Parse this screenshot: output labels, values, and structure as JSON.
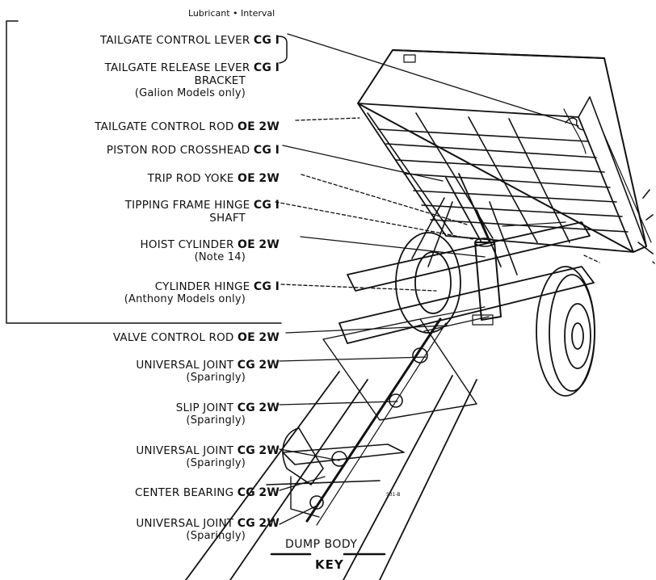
{
  "header": {
    "lubricant": "Lubricant",
    "bullet": "•",
    "interval": "Interval"
  },
  "items": [
    {
      "name": "TAILGATE CONTROL LEVER",
      "lube": "CG",
      "interval": "I",
      "note": ""
    },
    {
      "name": "TAILGATE RELEASE LEVER",
      "lube": "CG",
      "interval": "I",
      "name2": "BRACKET",
      "note": "(Galion Models only)"
    },
    {
      "name": "TAILGATE CONTROL ROD",
      "lube": "OE",
      "interval": "2W",
      "note": ""
    },
    {
      "name": "PISTON ROD CROSSHEAD",
      "lube": "CG",
      "interval": "I",
      "note": ""
    },
    {
      "name": "TRIP ROD YOKE",
      "lube": "OE",
      "interval": "2W",
      "note": ""
    },
    {
      "name": "TIPPING FRAME HINGE",
      "lube": "CG",
      "interval": "I",
      "name2": "SHAFT",
      "note": ""
    },
    {
      "name": "HOIST CYLINDER",
      "lube": "OE",
      "interval": "2W",
      "note": "(Note 14)"
    },
    {
      "name": "CYLINDER HINGE",
      "lube": "CG",
      "interval": "I",
      "note": "(Anthony Models only)"
    },
    {
      "name": "VALVE CONTROL ROD",
      "lube": "OE",
      "interval": "2W",
      "note": ""
    },
    {
      "name": "UNIVERSAL JOINT",
      "lube": "CG",
      "interval": "2W",
      "note": "(Sparingly)"
    },
    {
      "name": "SLIP JOINT",
      "lube": "CG",
      "interval": "2W",
      "note": "(Sparingly)"
    },
    {
      "name": "UNIVERSAL JOINT",
      "lube": "CG",
      "interval": "2W",
      "note": "(Sparingly)"
    },
    {
      "name": "CENTER BEARING",
      "lube": "CG",
      "interval": "2W",
      "note": ""
    },
    {
      "name": "UNIVERSAL JOINT",
      "lube": "CG",
      "interval": "2W",
      "note": "(Sparingly)"
    }
  ],
  "figure_code": "531-B",
  "caption": "DUMP BODY",
  "key_label": "KEY"
}
